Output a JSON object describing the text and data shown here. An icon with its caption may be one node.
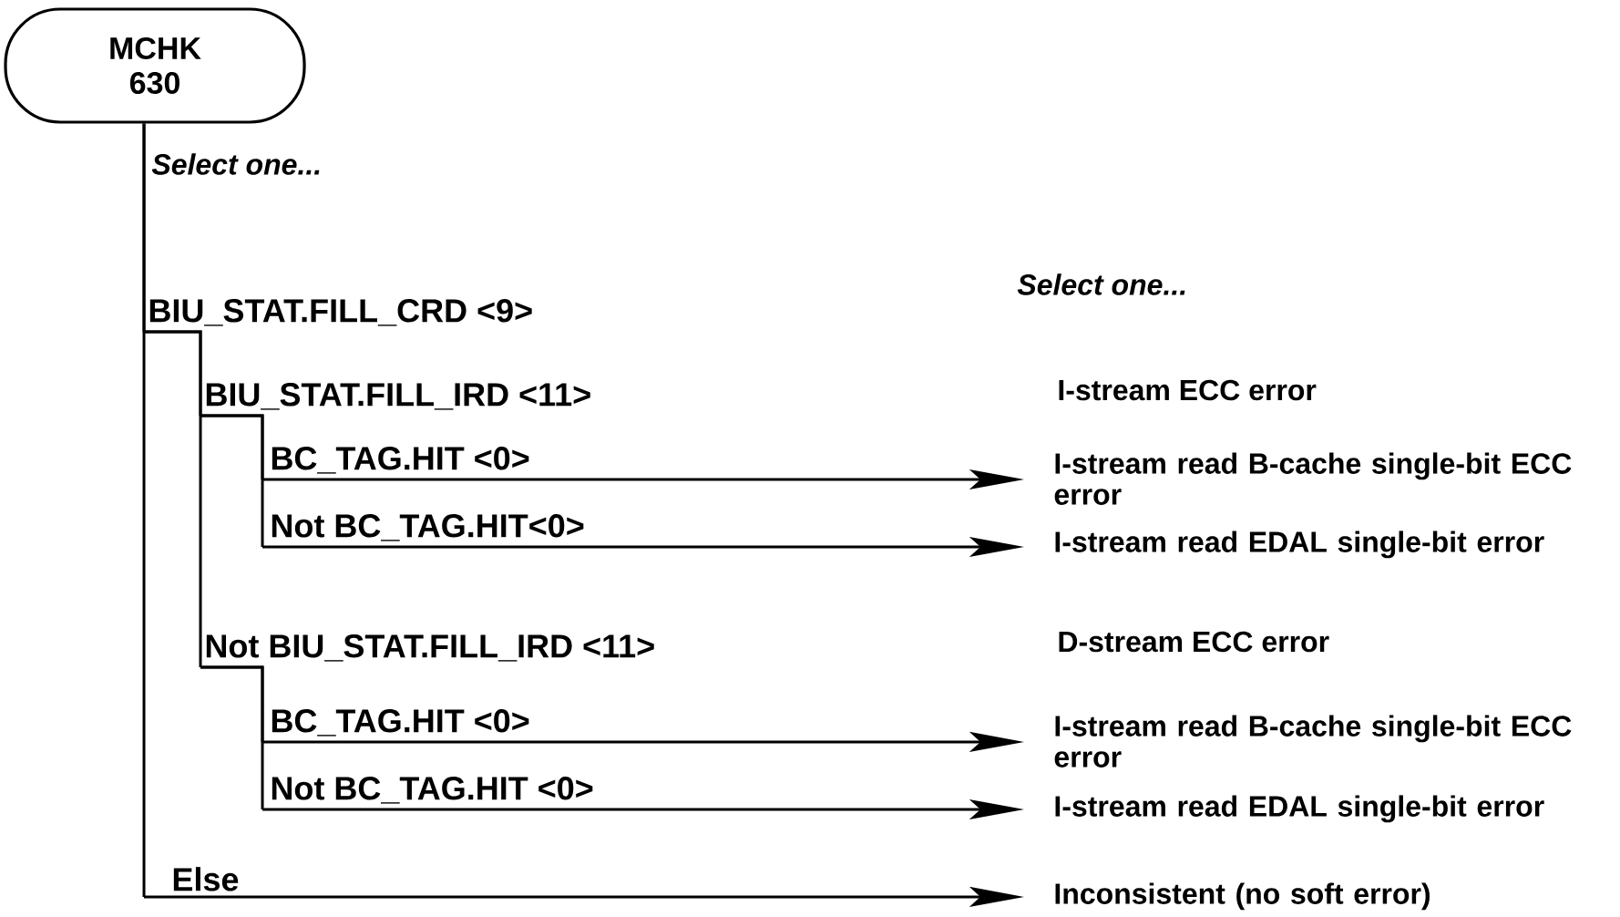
{
  "diagram": {
    "nodes": [
      {
        "text": [
          "MCHK 630"
        ]
      },
      {
        "text": [
          "BIU_STAT.FILL_CRD <9>"
        ]
      },
      {
        "text": [
          "BIU_STAT.FILL_IRD <11>"
        ]
      },
      {
        "text": [
          "BC_TAG.HIT <0>"
        ]
      },
      {
        "text": [
          "Not BC_TAG.HIT<0>"
        ]
      },
      {
        "text": [
          "Not BIU_STAT.FILL_IRD <11>"
        ]
      },
      {
        "text": [
          "BC_TAG.HIT <0>"
        ]
      },
      {
        "text": [
          "Not BC_TAG.HIT <0>"
        ]
      },
      {
        "text": [
          "Else"
        ]
      },
      {
        "text": [
          "I-stream read B-cache single-bit ECC error"
        ]
      },
      {
        "text": [
          "I-stream read EDAL single-bit error"
        ]
      },
      {
        "text": [
          "I-stream read B-cache single-bit ECC error"
        ]
      },
      {
        "text": [
          "I-stream read EDAL single-bit error"
        ]
      },
      {
        "text": [
          "Inconsistent (no soft error)"
        ]
      }
    ],
    "edges": [
      {
        "from": 0,
        "to": 1,
        "arrow": "none"
      },
      {
        "from": 1,
        "to": 2,
        "arrow": "none"
      },
      {
        "from": 2,
        "to": 3,
        "arrow": "none"
      },
      {
        "from": 2,
        "to": 4,
        "arrow": "none"
      },
      {
        "from": 1,
        "to": 5,
        "arrow": "none"
      },
      {
        "from": 5,
        "to": 6,
        "arrow": "none"
      },
      {
        "from": 5,
        "to": 7,
        "arrow": "none"
      },
      {
        "from": 0,
        "to": 8,
        "arrow": "none"
      },
      {
        "from": 3,
        "to": 9,
        "arrow": "to"
      },
      {
        "from": 4,
        "to": 10,
        "arrow": "to"
      },
      {
        "from": 6,
        "to": 11,
        "arrow": "to"
      },
      {
        "from": 7,
        "to": 12,
        "arrow": "to"
      },
      {
        "from": 8,
        "to": 13,
        "arrow": "to"
      }
    ],
    "labels": [
      "Select one...",
      "Select one...",
      "I-stream ECC error",
      "D-stream ECC error"
    ]
  }
}
